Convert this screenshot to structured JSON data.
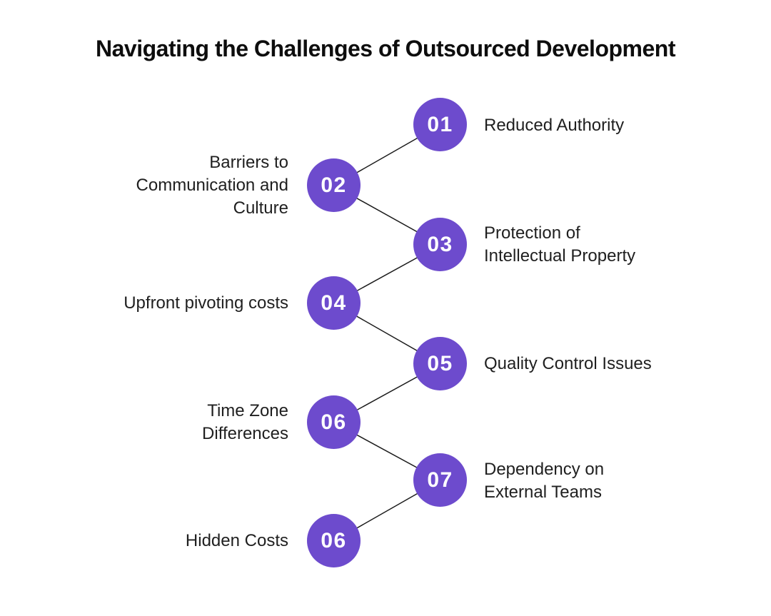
{
  "page": {
    "colors": {
      "background": "#ffffff",
      "accent": "#6d4bcd",
      "connector_line": "#1a1a1a",
      "label_text": "#1f1f1f",
      "title_text": "#0d0d0d",
      "number_text": "#ffffff"
    }
  },
  "title": "Navigating the Challenges of Outsourced Development",
  "diagram": {
    "items": [
      {
        "number": "01",
        "label": "Reduced Authority",
        "side": "right"
      },
      {
        "number": "02",
        "label": "Barriers to\nCommunication and\nCulture",
        "side": "left"
      },
      {
        "number": "03",
        "label": "Protection of\nIntellectual Property",
        "side": "right"
      },
      {
        "number": "04",
        "label": "Upfront pivoting costs",
        "side": "left"
      },
      {
        "number": "05",
        "label": "Quality Control Issues",
        "side": "right"
      },
      {
        "number": "06",
        "label": "Time Zone\nDifferences",
        "side": "left"
      },
      {
        "number": "07",
        "label": "Dependency on\nExternal Teams",
        "side": "right"
      },
      {
        "number": "06",
        "label": "Hidden Costs",
        "side": "left"
      }
    ]
  }
}
